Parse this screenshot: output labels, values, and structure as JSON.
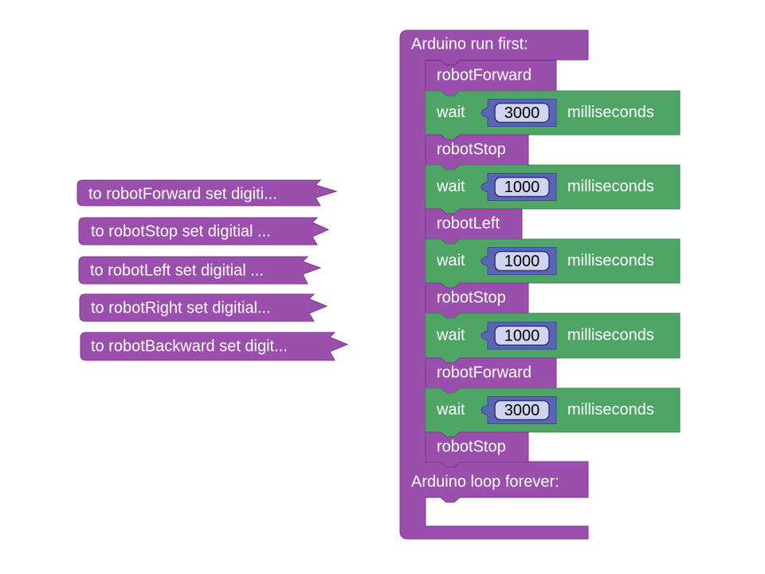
{
  "colors": {
    "procedure": "#9b4fad",
    "procedure_dark": "#7d3a8e",
    "wait": "#4ea565",
    "wait_dark": "#3d8650",
    "number_socket": "#5964b3",
    "number_field": "#d1d4f0",
    "canvas_bg": "#ffffff"
  },
  "function_blocks": [
    {
      "label": "to robotForward  set digiti..."
    },
    {
      "label": "to robotStop  set digitial ..."
    },
    {
      "label": "to robotLeft  set digitial ..."
    },
    {
      "label": "to robotRight  set digitial..."
    },
    {
      "label": "to robotBackward  set digit..."
    }
  ],
  "main_block": {
    "setup_label": "Arduino run first:",
    "loop_label": "Arduino loop forever:",
    "statements": [
      {
        "kind": "call",
        "label": "robotForward"
      },
      {
        "kind": "wait",
        "label": "wait",
        "value": "3000",
        "unit": "milliseconds"
      },
      {
        "kind": "call",
        "label": "robotStop"
      },
      {
        "kind": "wait",
        "label": "wait",
        "value": "1000",
        "unit": "milliseconds"
      },
      {
        "kind": "call",
        "label": "robotLeft"
      },
      {
        "kind": "wait",
        "label": "wait",
        "value": "1000",
        "unit": "milliseconds"
      },
      {
        "kind": "call",
        "label": "robotStop"
      },
      {
        "kind": "wait",
        "label": "wait",
        "value": "1000",
        "unit": "milliseconds"
      },
      {
        "kind": "call",
        "label": "robotForward"
      },
      {
        "kind": "wait",
        "label": "wait",
        "value": "3000",
        "unit": "milliseconds"
      },
      {
        "kind": "call",
        "label": "robotStop"
      }
    ]
  }
}
